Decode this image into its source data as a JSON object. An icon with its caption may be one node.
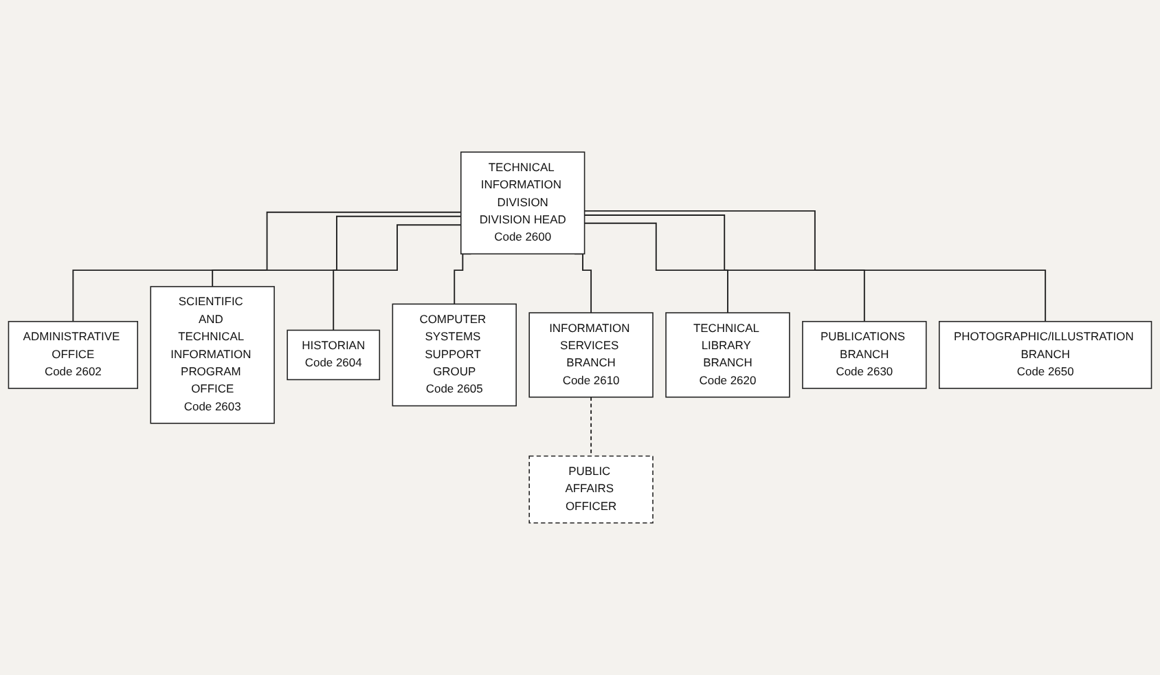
{
  "diagram": {
    "nodes": [
      {
        "text": [
          "TECHNICAL INFORMATION DIVISION",
          "DIVISION HEAD",
          "Code 2600"
        ]
      },
      {
        "text": [
          "ADMINISTRATIVE OFFICE",
          "Code 2602"
        ]
      },
      {
        "text": [
          "SCIENTIFIC AND TECHNICAL INFORMATION PROGRAM OFFICE",
          "Code 2603"
        ]
      },
      {
        "text": [
          "HISTORIAN",
          "Code 2604"
        ]
      },
      {
        "text": [
          "COMPUTER SYSTEMS SUPPORT GROUP",
          "Code 2605"
        ]
      },
      {
        "text": [
          "INFORMATION SERVICES BRANCH",
          "Code 2610"
        ]
      },
      {
        "text": [
          "TECHNICAL LIBRARY BRANCH",
          "Code 2620"
        ]
      },
      {
        "text": [
          "PUBLICATIONS BRANCH",
          "Code 2630"
        ]
      },
      {
        "text": [
          "PHOTOGRAPHIC/ILLUSTRATION BRANCH",
          "Code 2650"
        ]
      },
      {
        "text": [
          "PUBLIC AFFAIRS OFFICER"
        ]
      }
    ],
    "edges": [
      {
        "from": 0,
        "to": 1,
        "arrow": "none"
      },
      {
        "from": 0,
        "to": 2,
        "arrow": "none"
      },
      {
        "from": 0,
        "to": 3,
        "arrow": "none"
      },
      {
        "from": 0,
        "to": 4,
        "arrow": "none"
      },
      {
        "from": 0,
        "to": 5,
        "arrow": "none"
      },
      {
        "from": 0,
        "to": 6,
        "arrow": "none"
      },
      {
        "from": 0,
        "to": 7,
        "arrow": "none"
      },
      {
        "from": 0,
        "to": 8,
        "arrow": "none"
      },
      {
        "from": 5,
        "to": 9,
        "arrow": "none",
        "style": "dashed"
      }
    ]
  }
}
